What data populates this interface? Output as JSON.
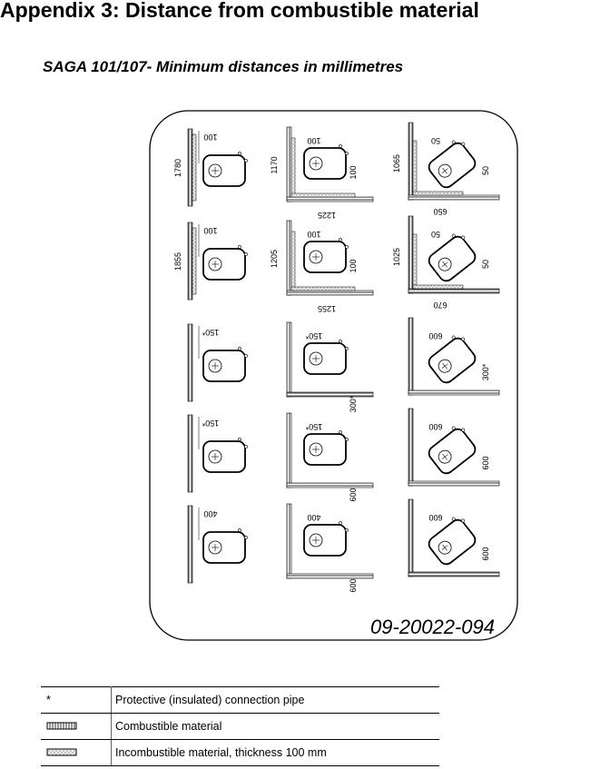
{
  "title": "Appendix 3: Distance from combustible material",
  "subtitle": "SAGA 101/107- Minimum distances in millimetres",
  "drawing_code": "09-20022-094",
  "cells": [
    {
      "type": "wall",
      "top": "100",
      "left": "1780"
    },
    {
      "type": "corner",
      "top": "100",
      "left": "1170",
      "right": "100",
      "bottom": "1225"
    },
    {
      "type": "diag",
      "top": "50",
      "left": "1065",
      "right": "50",
      "bottom": "650"
    },
    {
      "type": "wall",
      "top": "100",
      "left": "1855"
    },
    {
      "type": "corner",
      "top": "100",
      "left": "1205",
      "right": "100",
      "bottom": "1255"
    },
    {
      "type": "diag",
      "top": "50",
      "left": "1025",
      "right": "50",
      "bottom": "670"
    },
    {
      "type": "wall",
      "top": "150*"
    },
    {
      "type": "corner",
      "top": "150*",
      "right": "300*"
    },
    {
      "type": "diag",
      "top": "600",
      "right": "300*"
    },
    {
      "type": "wall",
      "top": "150*"
    },
    {
      "type": "corner",
      "top": "150*",
      "right": "600"
    },
    {
      "type": "diag",
      "top": "600",
      "right": "600"
    },
    {
      "type": "wall",
      "top": "400"
    },
    {
      "type": "corner",
      "top": "400",
      "right": "600"
    },
    {
      "type": "diag",
      "top": "600",
      "right": "600"
    }
  ],
  "legend": [
    {
      "symbol": "*",
      "symbol_icon": "asterisk",
      "text": "Protective (insulated) connection pipe"
    },
    {
      "symbol_icon": "combustible-hatch",
      "text": "Combustible material"
    },
    {
      "symbol_icon": "incombustible-hatch",
      "text": "Incombustible material, thickness 100 mm"
    }
  ]
}
